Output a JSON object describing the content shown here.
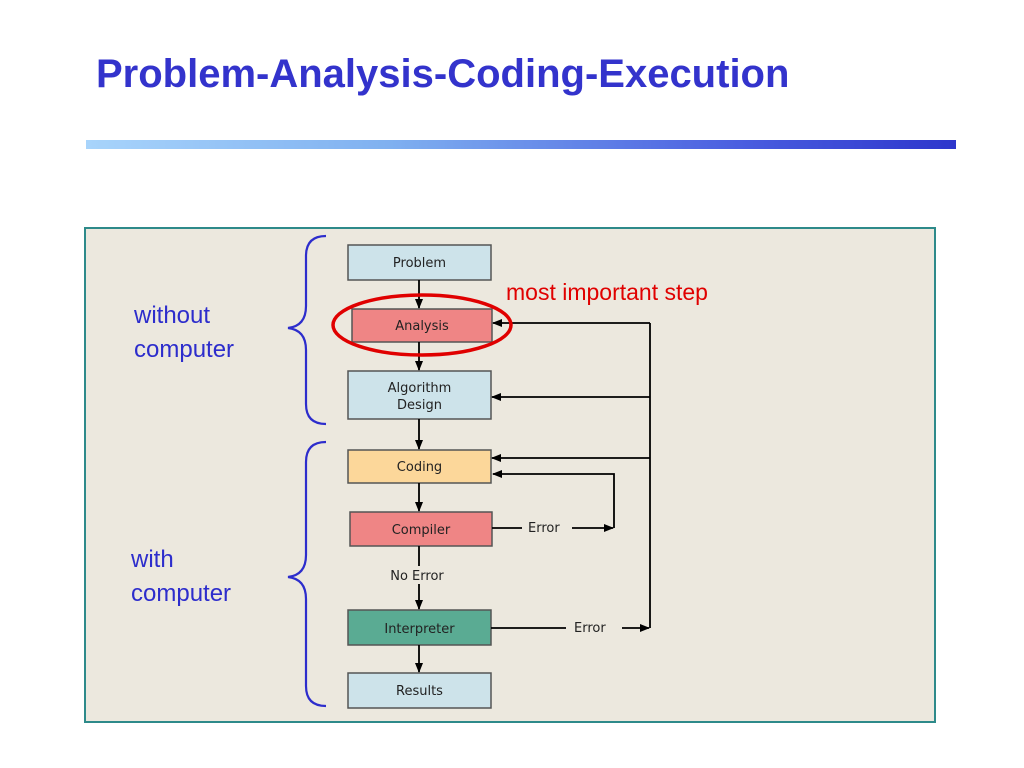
{
  "slide": {
    "title": "Problem-Analysis-Coding-Execution"
  },
  "diagram": {
    "steps": [
      {
        "label_lines": [
          "Problem"
        ],
        "color": "#cde3ea"
      },
      {
        "label_lines": [
          "Analysis"
        ],
        "color": "#ef8585"
      },
      {
        "label_lines": [
          "Algorithm",
          "Design"
        ],
        "color": "#cde3ea"
      },
      {
        "label_lines": [
          "Coding"
        ],
        "color": "#fcd79a"
      },
      {
        "label_lines": [
          "Compiler"
        ],
        "color": "#ef8585"
      },
      {
        "label_lines": [
          "Interpreter"
        ],
        "color": "#5aab93"
      },
      {
        "label_lines": [
          "Results"
        ],
        "color": "#cde3ea"
      }
    ],
    "edge_labels": {
      "compiler_error": "Error",
      "no_error": "No Error",
      "interpreter_error": "Error"
    },
    "groups": {
      "without_computer": [
        "without",
        "computer"
      ],
      "with_computer": [
        "with",
        "computer"
      ]
    },
    "annotation": "most important step",
    "colors": {
      "brace": "#2d2dcc",
      "highlight": "#e00000",
      "panel_border": "#2e8a8a",
      "panel_fill": "#ece8de"
    }
  }
}
